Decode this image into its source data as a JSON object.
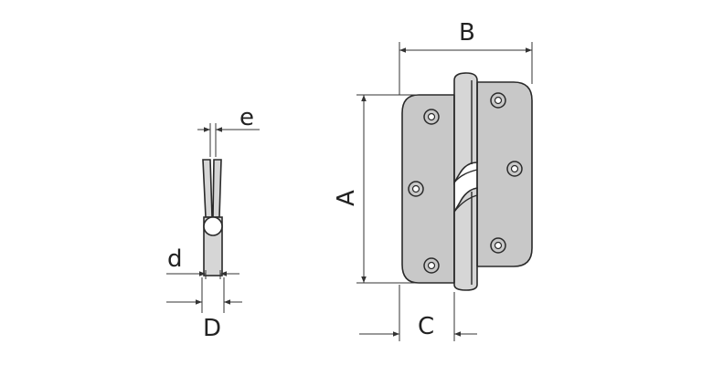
{
  "labels": {
    "A": "A",
    "B": "B",
    "C": "C",
    "D": "D",
    "d": "d",
    "e": "e"
  },
  "colors": {
    "part_fill": "#c8c8c8",
    "line": "#2a2a2a",
    "background": "#ffffff"
  }
}
